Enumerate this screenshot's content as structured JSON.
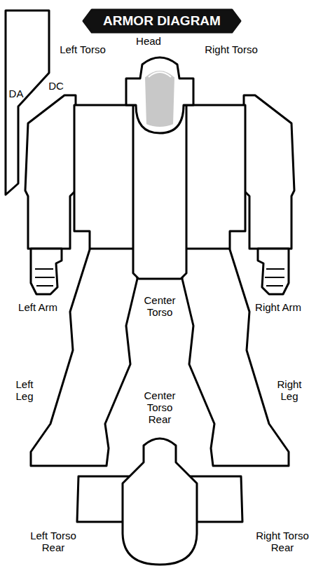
{
  "diagram": {
    "title": "ARMOR DIAGRAM",
    "labels": [
      "Head",
      "Left Torso",
      "Right Torso",
      "DC",
      "DA",
      "Left Arm",
      "Center Torso",
      "Right Arm",
      "Left Leg",
      "Right Leg",
      "Center Torso Rear",
      "Left Torso Rear",
      "Right Torso Rear"
    ]
  }
}
